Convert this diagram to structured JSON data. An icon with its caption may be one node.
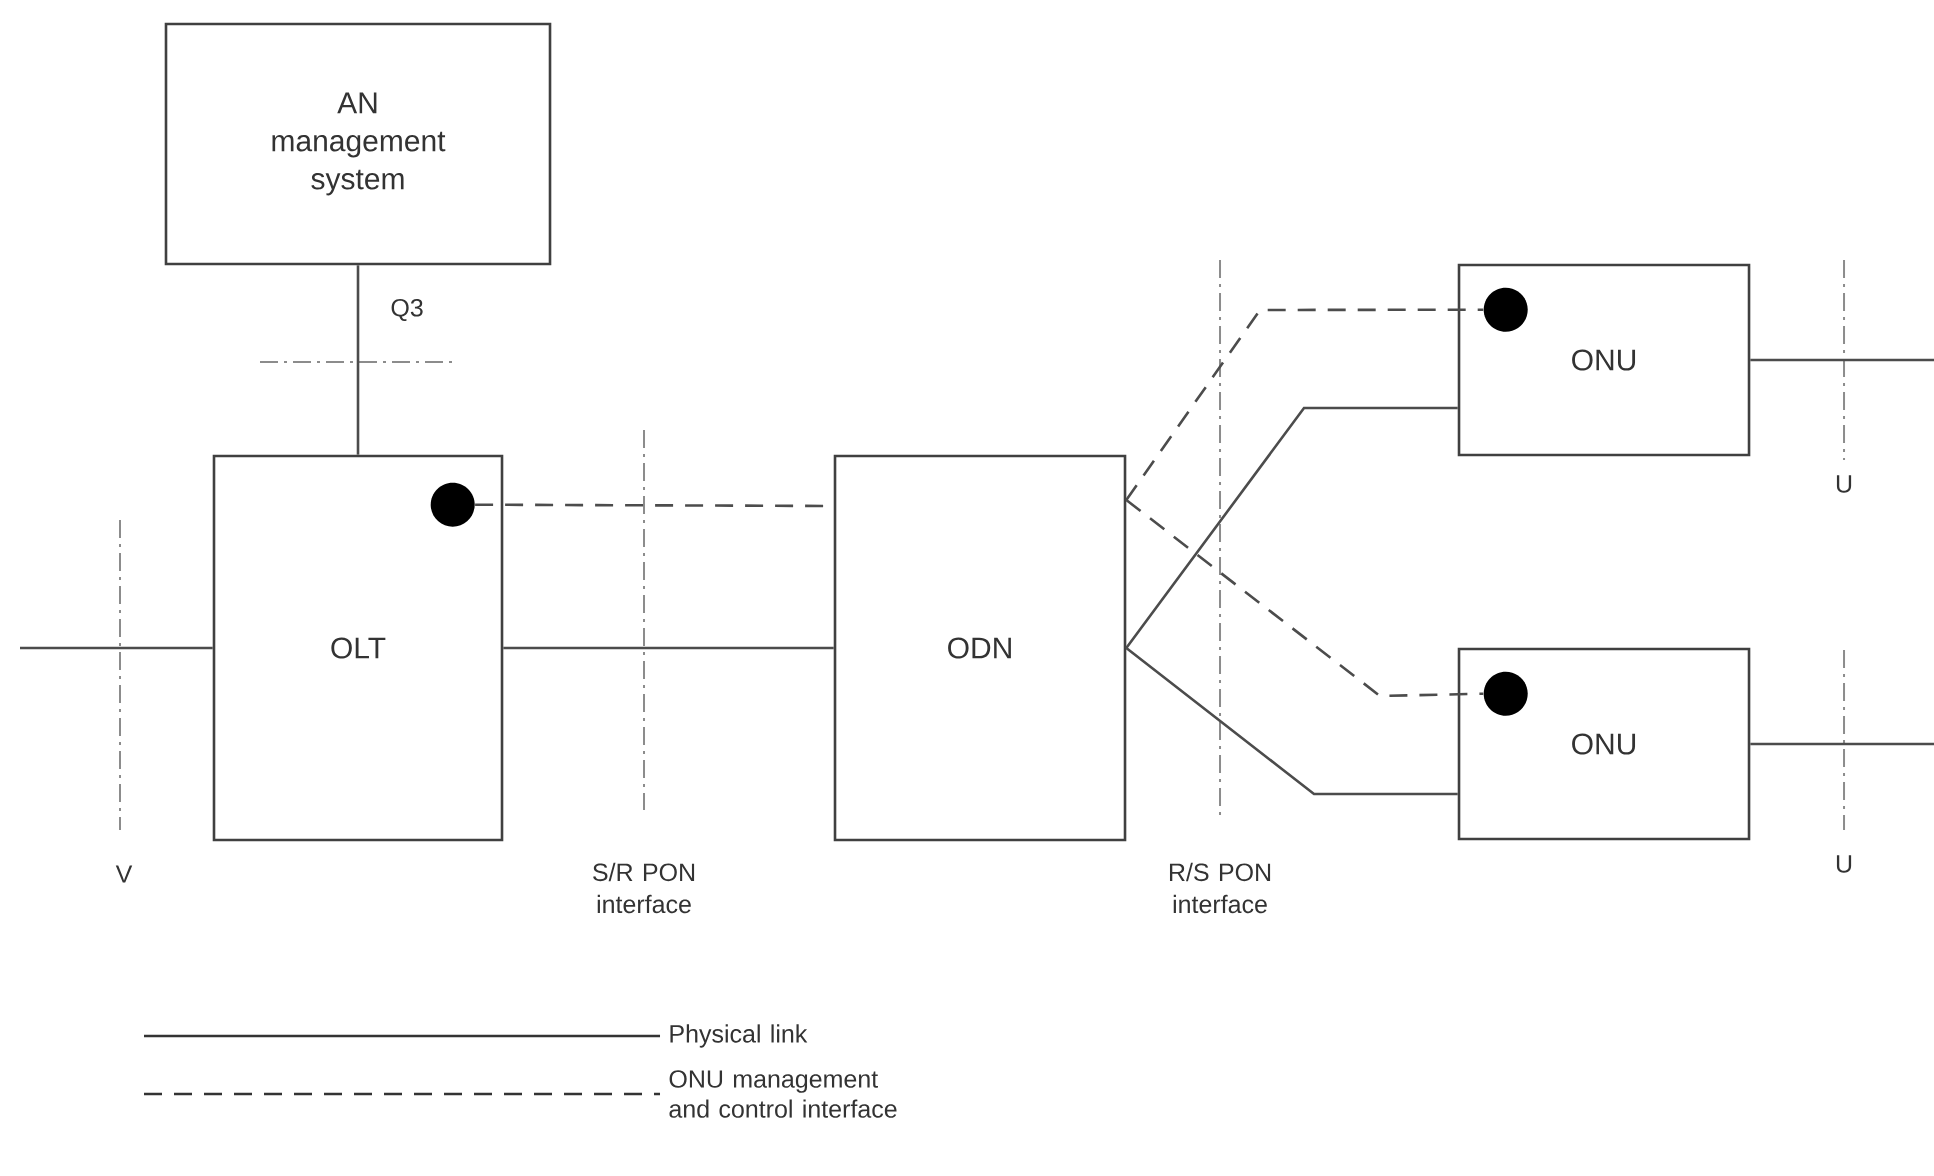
{
  "diagram": {
    "nodes": [
      {
        "text": [
          "AN management system"
        ]
      },
      {
        "text": [
          "OLT"
        ]
      },
      {
        "text": [
          "ODN"
        ]
      },
      {
        "text": [
          "ONU"
        ]
      },
      {
        "text": [
          "ONU"
        ]
      },
      {
        "text": [],
        "shape": "circle",
        "in": 1
      },
      {
        "text": [],
        "shape": "circle",
        "in": 3
      },
      {
        "text": [],
        "shape": "circle",
        "in": 4
      }
    ],
    "edges": [
      {
        "from": 0,
        "to": 1,
        "arrow": "none"
      },
      {
        "from": null,
        "to": 1,
        "arrow": "none"
      },
      {
        "from": 1,
        "to": 2,
        "arrow": "none"
      },
      {
        "from": 5,
        "to": 2,
        "arrow": "none",
        "style": "dashed"
      },
      {
        "from": 2,
        "to": 3,
        "arrow": "none"
      },
      {
        "from": 2,
        "to": 4,
        "arrow": "none"
      },
      {
        "from": 2,
        "to": 6,
        "arrow": "none",
        "style": "dashed"
      },
      {
        "from": 2,
        "to": 7,
        "arrow": "none",
        "style": "dashed"
      },
      {
        "from": 3,
        "to": null,
        "arrow": "none"
      },
      {
        "from": 4,
        "to": null,
        "arrow": "none"
      }
    ],
    "labels": [
      "Q3",
      "U",
      "V",
      "S/R PON interface",
      "R/S PON interface",
      "U"
    ],
    "legend": [
      {
        "text": "Physical link"
      },
      {
        "text": "ONU management and control interface"
      }
    ]
  }
}
